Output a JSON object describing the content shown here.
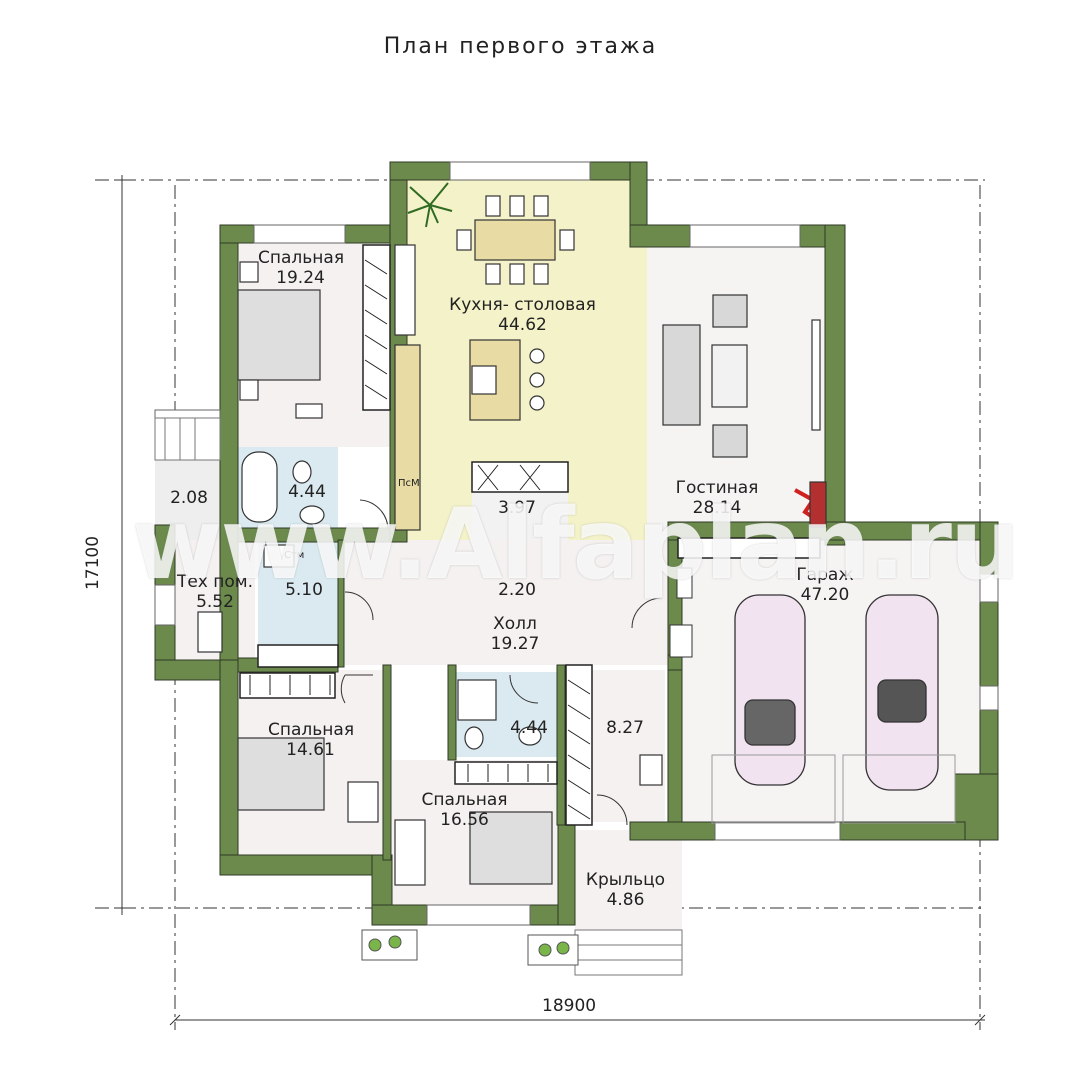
{
  "title": "План первого этажа",
  "dimensions": {
    "width": "18900",
    "height": "17100"
  },
  "rooms": {
    "bedroom1": {
      "name": "Спальная",
      "area": "19.24"
    },
    "kitchen": {
      "name": "Кухня- столовая",
      "area": "44.62"
    },
    "living": {
      "name": "Гостиная",
      "area": "28.14"
    },
    "bath1": {
      "area": "4.44"
    },
    "terrace": {
      "area": "2.08"
    },
    "pantry": {
      "area": "3.97"
    },
    "closet": {
      "area": "2.20"
    },
    "tech": {
      "name": "Тех пом.",
      "area": "5.52"
    },
    "wc": {
      "area": "5.10"
    },
    "hall": {
      "name": "Холл",
      "area": "19.27"
    },
    "garage": {
      "name": "Гараж",
      "area": "47.20"
    },
    "bedroom2": {
      "name": "Спальная",
      "area": "14.61"
    },
    "bath2": {
      "area": "4.44"
    },
    "hallway": {
      "area": "8.27"
    },
    "bedroom3": {
      "name": "Спальная",
      "area": "16.56"
    },
    "porch": {
      "name": "Крыльцо",
      "area": "4.86"
    }
  },
  "appliance_labels": {
    "dishwasher": "ПсМ",
    "washer": "Стм"
  },
  "watermark": "www.Alfaplan.ru",
  "colors": {
    "wall": "#6b8a4c",
    "kitchen": "#f4f2c8",
    "bath": "#dbeaf1",
    "floor": "#f4f1f0",
    "garage": "#f6f3f3",
    "car": "#f1e3f0"
  }
}
